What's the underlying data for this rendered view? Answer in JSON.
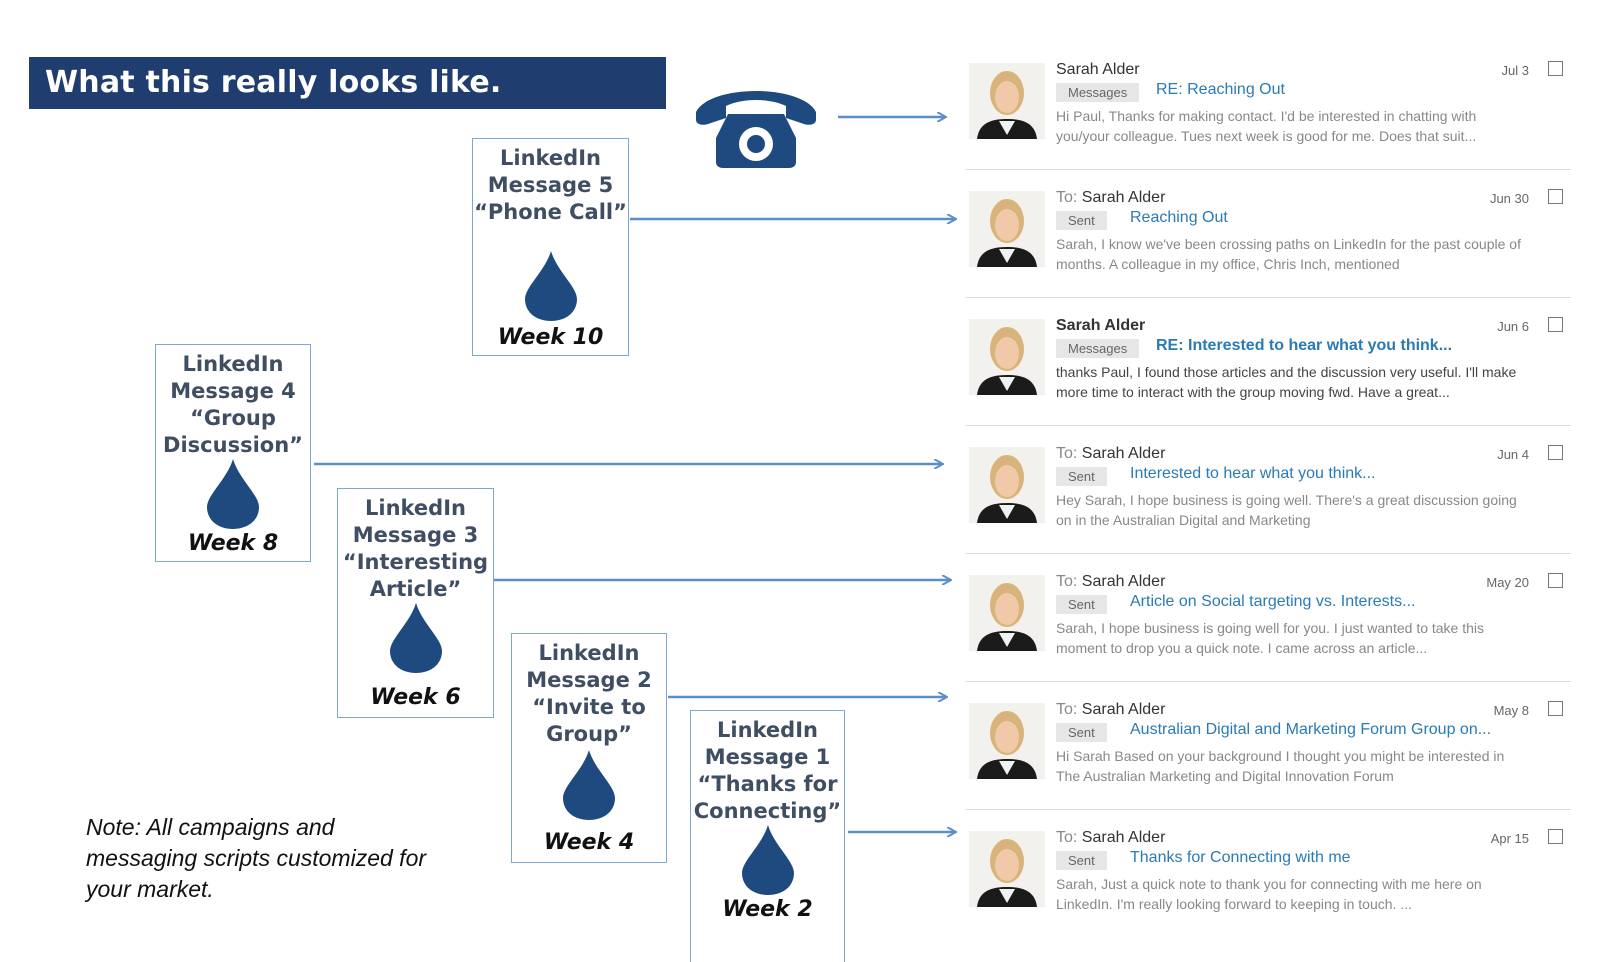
{
  "header": {
    "title": "What this really looks like."
  },
  "steps": [
    {
      "title": [
        "LinkedIn",
        "Message 5",
        "“Phone Call”"
      ],
      "week": "Week 10"
    },
    {
      "title": [
        "LinkedIn",
        "Message 4",
        "“Group",
        "Discussion”"
      ],
      "week": "Week 8"
    },
    {
      "title": [
        "LinkedIn",
        "Message 3",
        "“Interesting",
        "Article”"
      ],
      "week": "Week 6"
    },
    {
      "title": [
        "LinkedIn",
        "Message 2",
        "“Invite to",
        "Group”"
      ],
      "week": "Week 4"
    },
    {
      "title": [
        "LinkedIn",
        "Message 1",
        "“Thanks for",
        "Connecting”"
      ],
      "week": "Week 2"
    }
  ],
  "note": "Note: All campaigns and messaging scripts customized for your market.",
  "colors": {
    "banner": "#1f3d6e",
    "drop": "#1f4a80",
    "arrow": "#5b8fcb",
    "link": "#2a7ab8"
  },
  "icons": {
    "phone": "telephone-icon",
    "drop": "water-drop-icon"
  },
  "inbox": {
    "to_prefix": "To:",
    "messages": [
      {
        "to": false,
        "name": "Sarah Alder",
        "tag": "Messages",
        "subject": "RE: Reaching Out",
        "preview": "Hi Paul, Thanks for making contact. I'd be interested in chatting with you/your colleague. Tues next week is good for me. Does that suit...",
        "date": "Jul 3",
        "bold": false
      },
      {
        "to": true,
        "name": "Sarah Alder",
        "tag": "Sent",
        "subject": "Reaching Out",
        "preview": "Sarah, I know we've been crossing paths on LinkedIn for the past couple of months. A colleague in my office, Chris Inch, mentioned",
        "date": "Jun 30",
        "bold": false
      },
      {
        "to": false,
        "name": "Sarah Alder",
        "tag": "Messages",
        "subject": "RE: Interested to hear what you think...",
        "preview": "thanks Paul, I found those articles and the discussion very useful. I'll make more time to interact with the group moving fwd. Have a great...",
        "date": "Jun 6",
        "bold": true
      },
      {
        "to": true,
        "name": "Sarah Alder",
        "tag": "Sent",
        "subject": "Interested to hear what you think...",
        "preview": "Hey Sarah, I hope business is going well. There's a great discussion going on in the Australian Digital and Marketing",
        "date": "Jun 4",
        "bold": false
      },
      {
        "to": true,
        "name": "Sarah Alder",
        "tag": "Sent",
        "subject": "Article on Social targeting vs. Interests...",
        "preview": "Sarah, I hope business is going well for you. I just wanted to take this moment to drop you a quick note. I came across an article...",
        "date": "May 20",
        "bold": false
      },
      {
        "to": true,
        "name": "Sarah Alder",
        "tag": "Sent",
        "subject": "Australian Digital and Marketing Forum Group on...",
        "preview": "Hi Sarah Based on your background I thought you might be interested in The Australian Marketing and Digital Innovation Forum",
        "date": "May 8",
        "bold": false
      },
      {
        "to": true,
        "name": "Sarah Alder",
        "tag": "Sent",
        "subject": "Thanks for Connecting with me",
        "preview": "Sarah, Just a quick note to thank you for connecting with me here on LinkedIn. I'm really looking forward to keeping in touch. ...",
        "date": "Apr 15",
        "bold": false
      }
    ]
  }
}
